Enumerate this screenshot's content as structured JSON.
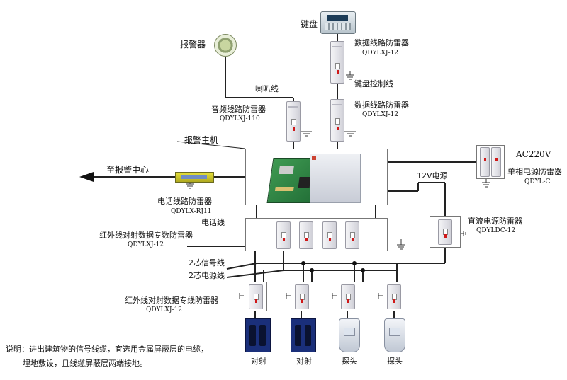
{
  "labels": {
    "keyboard": "键盘",
    "alarm": "报警器",
    "speaker_line": "喇叭线",
    "keyboard_control_line": "键盘控制线",
    "alarm_host": "报警主机",
    "to_alarm_center": "至报警中心",
    "ac220v": "AC220V",
    "twelve_v_power": "12V电源",
    "phone_line": "电话线",
    "two_core_signal": "2芯信号线",
    "two_core_power": "2芯电源线",
    "beam_1": "对射",
    "beam_2": "对射",
    "probe_1": "探头",
    "probe_2": "探头"
  },
  "devices": {
    "data_spd_top": {
      "name": "数据线路防雷器",
      "code": "QDYLXJ-12"
    },
    "data_spd_mid": {
      "name": "数据线路防雷器",
      "code": "QDYLXJ-12"
    },
    "audio_spd": {
      "name": "音频线路防雷器",
      "code": "QDYLXJ-110"
    },
    "phone_spd": {
      "name": "电话线路防雷器",
      "code": "QDYLX-RJ11"
    },
    "power_spd": {
      "name": "单相电源防雷器",
      "code": "QDYL-C"
    },
    "dc_spd": {
      "name": "直流电源防雷器",
      "code": "QDYLDC-12"
    },
    "ir_spd_upper": {
      "name": "红外线对射数据专数防雷器",
      "code": "QDYLXJ-12"
    },
    "ir_spd_lower": {
      "name": "红外线对射数据专线防雷器",
      "code": "QDYLXJ-12"
    }
  },
  "note": {
    "line1": "说明：进出建筑物的信号线缆，宜选用金属屏蔽层的电缆，",
    "line2": "埋地敷设，且线缆屏蔽层两端接地。"
  },
  "colors": {
    "accent_red": "#d01818",
    "panel_green": "#2f8a4a",
    "beam_blue": "#1a2f7a"
  }
}
